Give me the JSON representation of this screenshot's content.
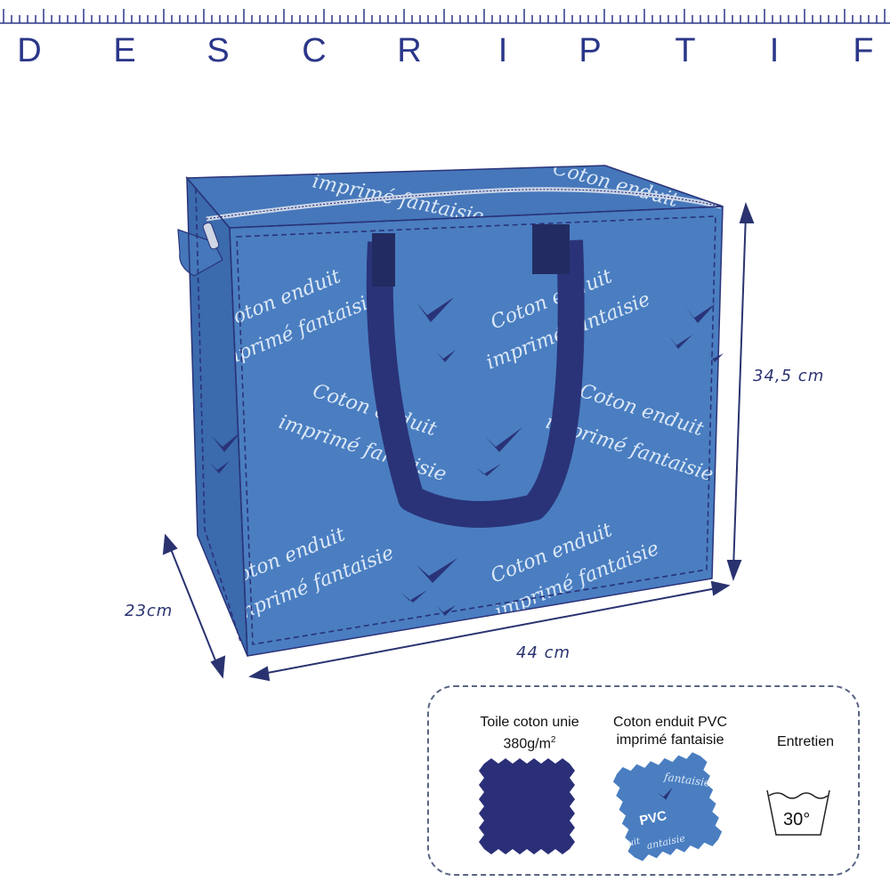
{
  "heading": {
    "letters": [
      "D",
      "E",
      "S",
      "C",
      "R",
      "I",
      "P",
      "T",
      "I",
      "F"
    ]
  },
  "bag": {
    "print_text_line1": "Coton enduit",
    "print_text_line2": "imprimé fantaisie",
    "colors": {
      "fabric": "#4a7ec1",
      "fabric_dark": "#3b6aad",
      "handle": "#2a3378",
      "stitch": "#2a3378",
      "print": "#dce8f6"
    }
  },
  "dimensions": {
    "height": "34,5 cm",
    "depth": "23cm",
    "width": "44 cm"
  },
  "legend": {
    "swatch1_label_line1": "Toile coton  unie",
    "swatch1_label_line2": "380g/m",
    "swatch1_label_sup": "2",
    "swatch2_label_line1": "Coton enduit PVC",
    "swatch2_label_line2": "imprimé fantaisie",
    "swatch2_pvc": "PVC",
    "swatch2_print1": "fantaisie",
    "swatch2_print2": "uit",
    "swatch2_print3": "antaisie",
    "care_label": "Entretien",
    "care_temp": "30°",
    "care_icon": "wash-basin-icon"
  }
}
